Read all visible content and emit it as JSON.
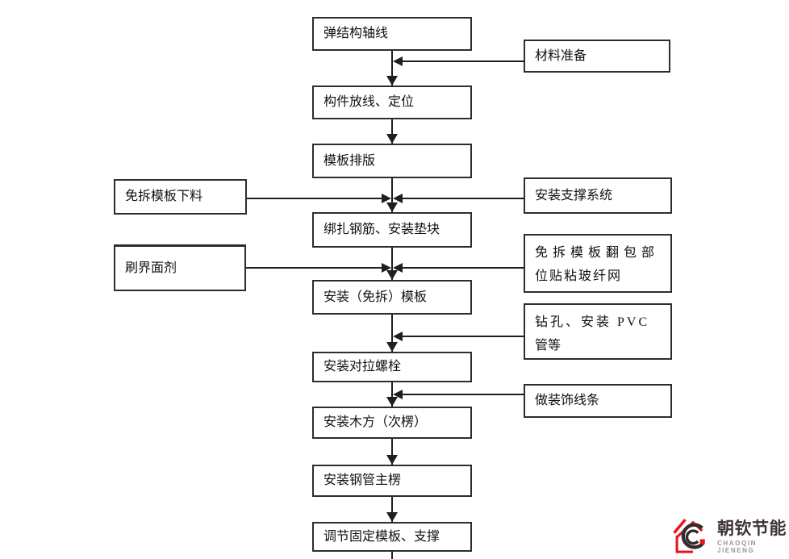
{
  "flowchart": {
    "main_steps": [
      "弹结构轴线",
      "构件放线、定位",
      "模板排版",
      "绑扎钢筋、安装垫块",
      "安装（免拆）模板",
      "安装对拉螺栓",
      "安装木方（次楞）",
      "安装钢管主楞",
      "调节固定模板、支撑"
    ],
    "left_inputs": {
      "formwork_cutting": "免拆模板下料",
      "interface_agent": "刷界面剂"
    },
    "right_inputs": {
      "material_preparation": "材料准备",
      "support_system": "安装支撑系统",
      "mesh_line1": "免拆模板翻包部",
      "mesh_line2": "位贴粘玻纤网",
      "pvc_line1": "钻孔、安装 PVC",
      "pvc_line2": "管等",
      "decorative_moldings": "做装饰线条"
    }
  },
  "logo": {
    "wordmark": "朝钦节能",
    "subtitle": "CHAOQIN JIENENG",
    "red": "#e8121c",
    "dark": "#3d3435",
    "gray": "#9b9495"
  },
  "colors": {
    "connector": "#1f1f1f",
    "box_border": "#2d2d2d",
    "background": "#ffffff"
  }
}
